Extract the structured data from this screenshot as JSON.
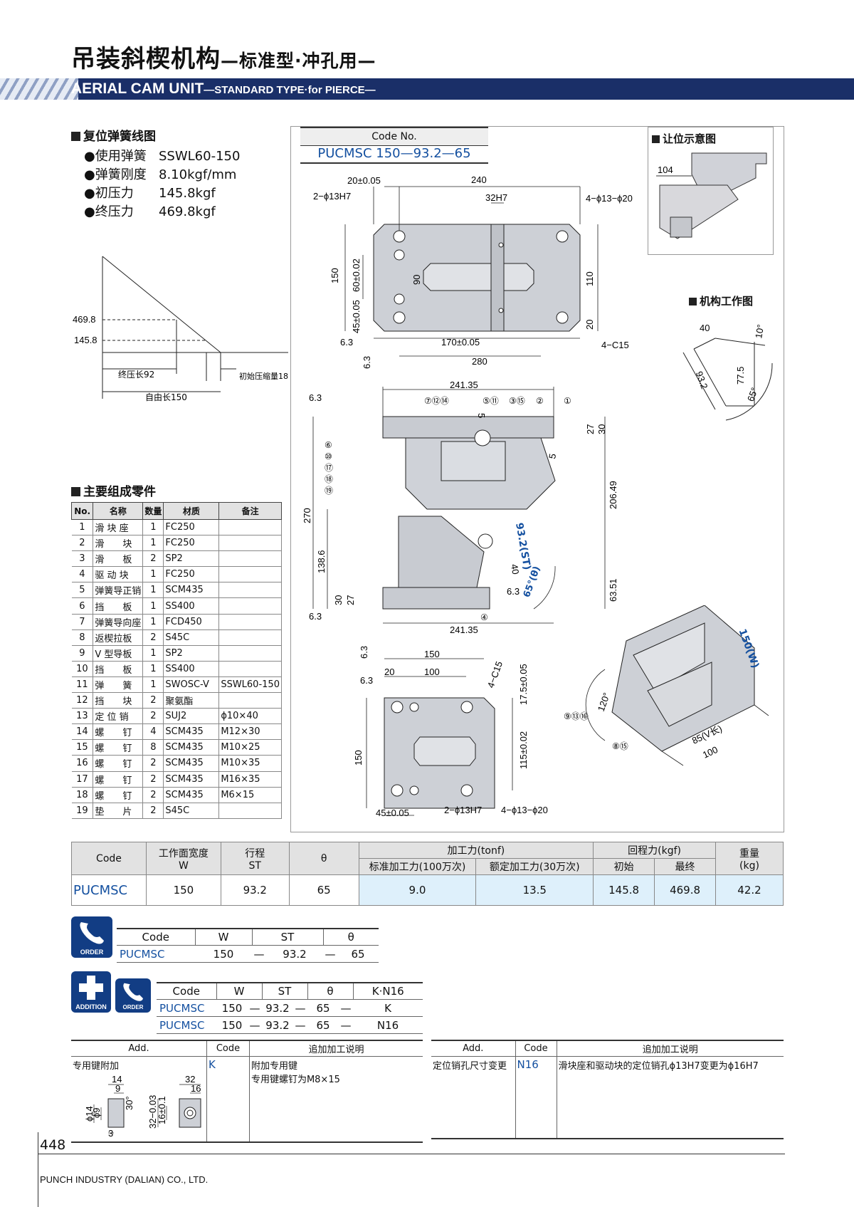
{
  "header": {
    "title_cn": "吊装斜楔机构",
    "title_cn_sub": "—标准型·冲孔用—",
    "title_en": "AERIAL CAM UNIT",
    "title_en_sub": "—STANDARD TYPE·for PIERCE—"
  },
  "spring": {
    "section_title": "复位弹簧线图",
    "items": [
      {
        "label": "●使用弹簧",
        "value": "SSWL60-150"
      },
      {
        "label": "●弹簧刚度",
        "value": "8.10kgf/mm"
      },
      {
        "label": "●初压力",
        "value": "145.8kgf"
      },
      {
        "label": "●终压力",
        "value": "469.8kgf"
      }
    ],
    "graph": {
      "y_high": "469.8",
      "y_low": "145.8",
      "final_len": "终压长92",
      "init_comp": "初始压缩量18",
      "free_len": "自由长150"
    }
  },
  "code_no": {
    "label": "Code No.",
    "value": "PUCMSC 150—93.2—65"
  },
  "clearance": {
    "title": "让位示意图",
    "dim": "104"
  },
  "work_diagram": {
    "title": "机构工作图",
    "dims": [
      "40",
      "10°",
      "93.2",
      "77.5",
      "65°"
    ]
  },
  "top_view": {
    "dims": [
      "20±0.05",
      "240",
      "32H7",
      "2−ϕ13H7",
      "4−ϕ13−ϕ20",
      "150",
      "60±0.02",
      "90",
      "110",
      "45±0.05",
      "20",
      "170±0.05",
      "280",
      "4−C15",
      "6.3",
      "6.3"
    ]
  },
  "front_view": {
    "dims": [
      "241.35",
      "241.35",
      "270",
      "138.6",
      "206.49",
      "63.51",
      "27",
      "30",
      "30",
      "27",
      "5",
      "5",
      "93.2(ST)",
      "40",
      "65°(θ)",
      "6.3",
      "6.3",
      "6.3"
    ],
    "callouts": [
      "⑦⑫⑭",
      "⑤⑪",
      "③⑮",
      "②",
      "①",
      "⑥",
      "⑩",
      "⑰",
      "⑱",
      "⑲",
      "④"
    ]
  },
  "bottom_view": {
    "dims": [
      "150",
      "20",
      "100",
      "4−C15",
      "17.5±0.05",
      "150",
      "115±0.02",
      "45±0.05",
      "2−ϕ13H7",
      "4−ϕ13−ϕ20",
      "6.3",
      "6.3"
    ]
  },
  "iso_view": {
    "dims": [
      "150(W)",
      "120°",
      "85(V长)",
      "100"
    ],
    "callouts": [
      "⑨⑬⑯",
      "⑧⑮"
    ]
  },
  "parts": {
    "section_title": "主要组成零件",
    "headers": [
      "No.",
      "名称",
      "数量",
      "材质",
      "备注"
    ],
    "rows": [
      [
        "1",
        "滑 块 座",
        "1",
        "FC250",
        ""
      ],
      [
        "2",
        "滑　　块",
        "1",
        "FC250",
        ""
      ],
      [
        "3",
        "滑　　板",
        "2",
        "SP2",
        ""
      ],
      [
        "4",
        "驱 动 块",
        "1",
        "FC250",
        ""
      ],
      [
        "5",
        "弹簧导正销",
        "1",
        "SCM435",
        ""
      ],
      [
        "6",
        "挡　　板",
        "1",
        "SS400",
        ""
      ],
      [
        "7",
        "弹簧导向座",
        "1",
        "FCD450",
        ""
      ],
      [
        "8",
        "返楔拉板",
        "2",
        "S45C",
        ""
      ],
      [
        "9",
        "V 型导板",
        "1",
        "SP2",
        ""
      ],
      [
        "10",
        "挡　　板",
        "1",
        "SS400",
        ""
      ],
      [
        "11",
        "弹　　簧",
        "1",
        "SWOSC-V",
        "SSWL60-150"
      ],
      [
        "12",
        "挡　　块",
        "2",
        "聚氨酯",
        ""
      ],
      [
        "13",
        "定 位 销",
        "2",
        "SUJ2",
        "ϕ10×40"
      ],
      [
        "14",
        "螺　　钉",
        "4",
        "SCM435",
        "M12×30"
      ],
      [
        "15",
        "螺　　钉",
        "8",
        "SCM435",
        "M10×25"
      ],
      [
        "16",
        "螺　　钉",
        "2",
        "SCM435",
        "M10×35"
      ],
      [
        "17",
        "螺　　钉",
        "2",
        "SCM435",
        "M16×35"
      ],
      [
        "18",
        "螺　　钉",
        "2",
        "SCM435",
        "M6×15"
      ],
      [
        "19",
        "垫　　片",
        "2",
        "S45C",
        ""
      ]
    ]
  },
  "spec_table": {
    "h_code": "Code",
    "h_width": "工作面宽度",
    "h_width_w": "W",
    "h_stroke": "行程",
    "h_stroke_st": "ST",
    "h_theta": "θ",
    "h_force": "加工力(tonf)",
    "h_force1": "标准加工力(100万次)",
    "h_force2": "额定加工力(30万次)",
    "h_return": "回程力(kgf)",
    "h_init": "初始",
    "h_final": "最终",
    "h_weight": "重量",
    "h_weight_unit": "(kg)",
    "row": [
      "PUCMSC",
      "150",
      "93.2",
      "65",
      "9.0",
      "13.5",
      "145.8",
      "469.8",
      "42.2"
    ]
  },
  "order": {
    "icon": "ORDER",
    "headers": [
      "Code",
      "W",
      "ST",
      "θ"
    ],
    "row": [
      "PUCMSC",
      "150",
      "—",
      "93.2",
      "—",
      "65"
    ]
  },
  "addition": {
    "icon_add": "ADDITION",
    "icon_order": "ORDER",
    "headers": [
      "Code",
      "W",
      "ST",
      "θ",
      "K·N16"
    ],
    "rows": [
      [
        "PUCMSC",
        "150",
        "—",
        "93.2",
        "—",
        "65",
        "—",
        "K"
      ],
      [
        "PUCMSC",
        "150",
        "—",
        "93.2",
        "—",
        "65",
        "—",
        "N16"
      ]
    ]
  },
  "add_left": {
    "h_add": "Add.",
    "h_code": "Code",
    "h_desc": "追加加工说明",
    "name": "专用键附加",
    "code": "K",
    "desc1": "附加专用键",
    "desc2": "专用键螺钉为M8×15",
    "key_dims": [
      "14",
      "9",
      "30°",
      "ϕ14",
      "ϕ9",
      "3",
      "32",
      "16",
      "32−0.03",
      "16±0.1"
    ]
  },
  "add_right": {
    "h_add": "Add.",
    "h_code": "Code",
    "h_desc": "追加加工说明",
    "name": "定位销孔尺寸变更",
    "code": "N16",
    "desc": "滑块座和驱动块的定位销孔ϕ13H7变更为ϕ16H7"
  },
  "footer": {
    "page": "448",
    "company": "PUNCH INDUSTRY (DALIAN) CO., LTD."
  }
}
